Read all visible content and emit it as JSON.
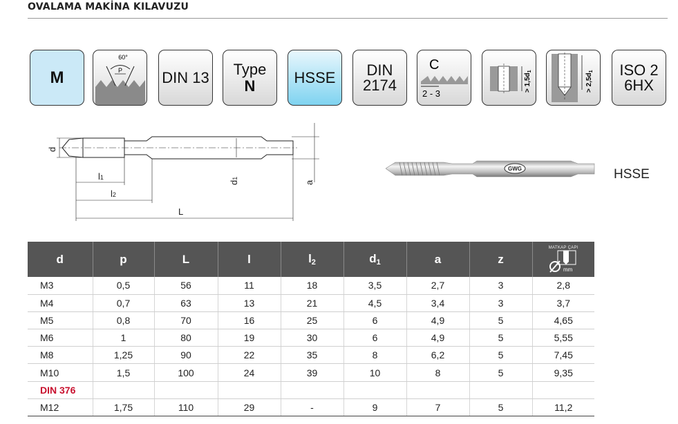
{
  "page": {
    "title": "OVALAMA MAKİNA KILAVUZU"
  },
  "badges": {
    "m": "M",
    "thread_angle": "60°",
    "thread_pitch": "P",
    "din13": "DIN 13",
    "type_label": "Type",
    "type_value": "N",
    "hsse": "HSSE",
    "din2174_line1": "DIN",
    "din2174_line2": "2174",
    "chamfer_c": "C",
    "chamfer_range": "2 - 3",
    "through_depth": "> 1,5d",
    "through_depth_sub": "1",
    "blind_depth": "> 2,5d",
    "blind_depth_sub": "1",
    "iso_line1": "ISO 2",
    "iso_line2": "6HX"
  },
  "drawing": {
    "d": "d",
    "l1": "l",
    "l1_sub": "1",
    "l2": "l",
    "l2_sub": "2",
    "L": "L",
    "d1": "d",
    "d1_sub": "1",
    "a": "a"
  },
  "product": {
    "brand": "GWG",
    "material": "HSSE"
  },
  "table": {
    "headers": {
      "d": "d",
      "p": "p",
      "L": "L",
      "l": "l",
      "l2": "l",
      "l2_sub": "2",
      "d1": "d",
      "d1_sub": "1",
      "a": "a",
      "z": "z",
      "drill_caption": "MATKAP ÇAPI",
      "drill_unit": "mm"
    },
    "rows": [
      [
        "M3",
        "0,5",
        "56",
        "11",
        "18",
        "3,5",
        "2,7",
        "3",
        "2,8"
      ],
      [
        "M4",
        "0,7",
        "63",
        "13",
        "21",
        "4,5",
        "3,4",
        "3",
        "3,7"
      ],
      [
        "M5",
        "0,8",
        "70",
        "16",
        "25",
        "6",
        "4,9",
        "5",
        "4,65"
      ],
      [
        "M6",
        "1",
        "80",
        "19",
        "30",
        "6",
        "4,9",
        "5",
        "5,55"
      ],
      [
        "M8",
        "1,25",
        "90",
        "22",
        "35",
        "8",
        "6,2",
        "5",
        "7,45"
      ],
      [
        "M10",
        "1,5",
        "100",
        "24",
        "39",
        "10",
        "8",
        "5",
        "9,35"
      ]
    ],
    "section": "DIN 376",
    "rows2": [
      [
        "M12",
        "1,75",
        "110",
        "29",
        "-",
        "9",
        "7",
        "5",
        "11,2"
      ]
    ]
  }
}
